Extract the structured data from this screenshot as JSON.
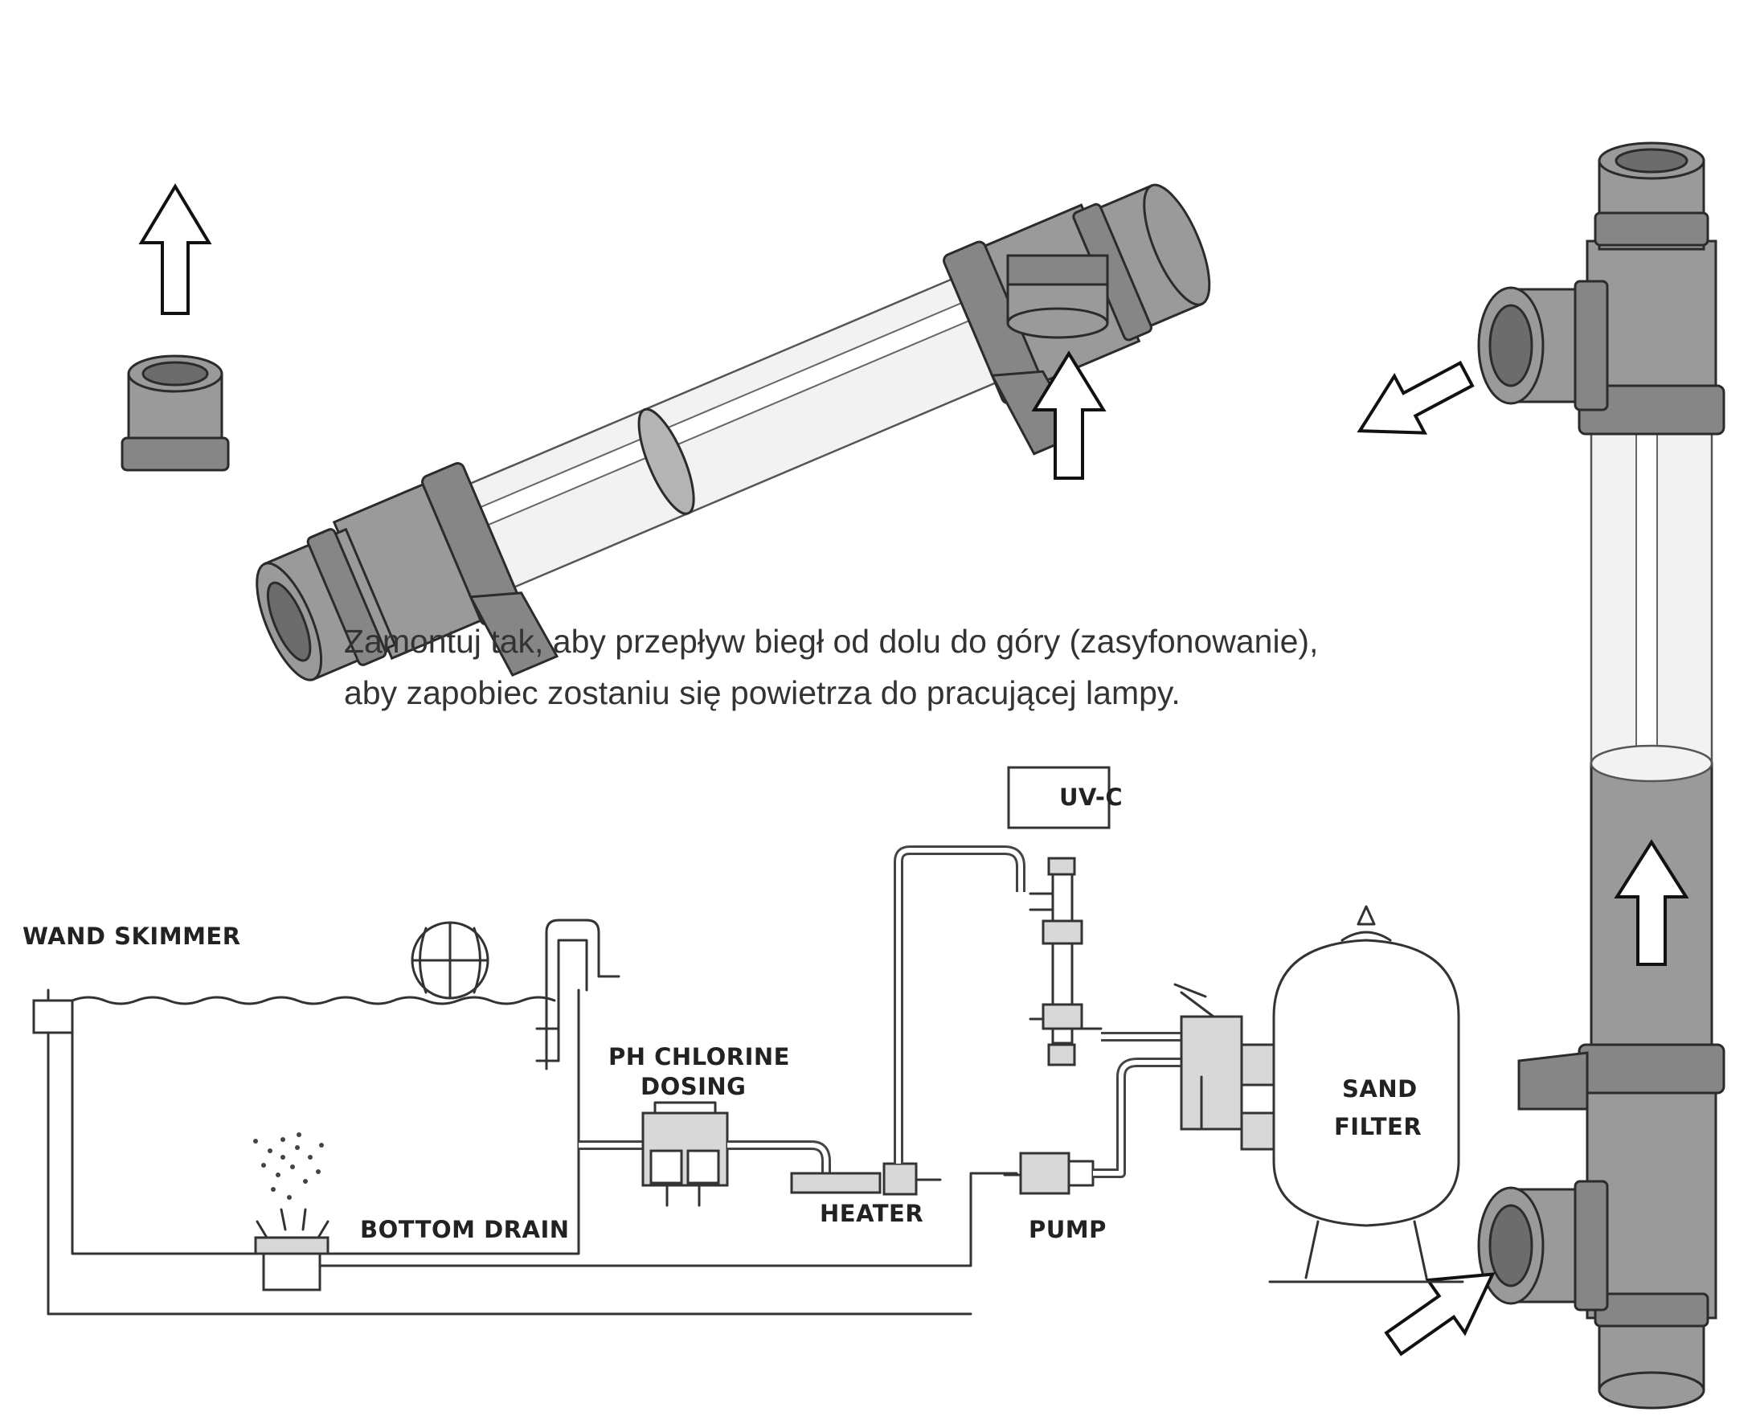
{
  "instruction": {
    "line1": "Zamontuj tak, aby przepływ biegł od dolu do góry (zasyfonowanie),",
    "line2": "aby zapobiec zostaniu się powietrza do pracującej lampy."
  },
  "labels": {
    "uvc": "UV-C",
    "wand_skimmer": "WAND SKIMMER",
    "ph_chlorine": "PH CHLORINE",
    "dosing": "DOSING",
    "bottom_drain": "BOTTOM DRAIN",
    "heater": "HEATER",
    "pump": "PUMP",
    "sand": "SAND",
    "filter": "FILTER"
  },
  "colors": {
    "pipe": "#9a9a9a",
    "outline": "#2b2b2b",
    "glass": "#f2f2f2",
    "arrow_fill": "#ffffff"
  }
}
